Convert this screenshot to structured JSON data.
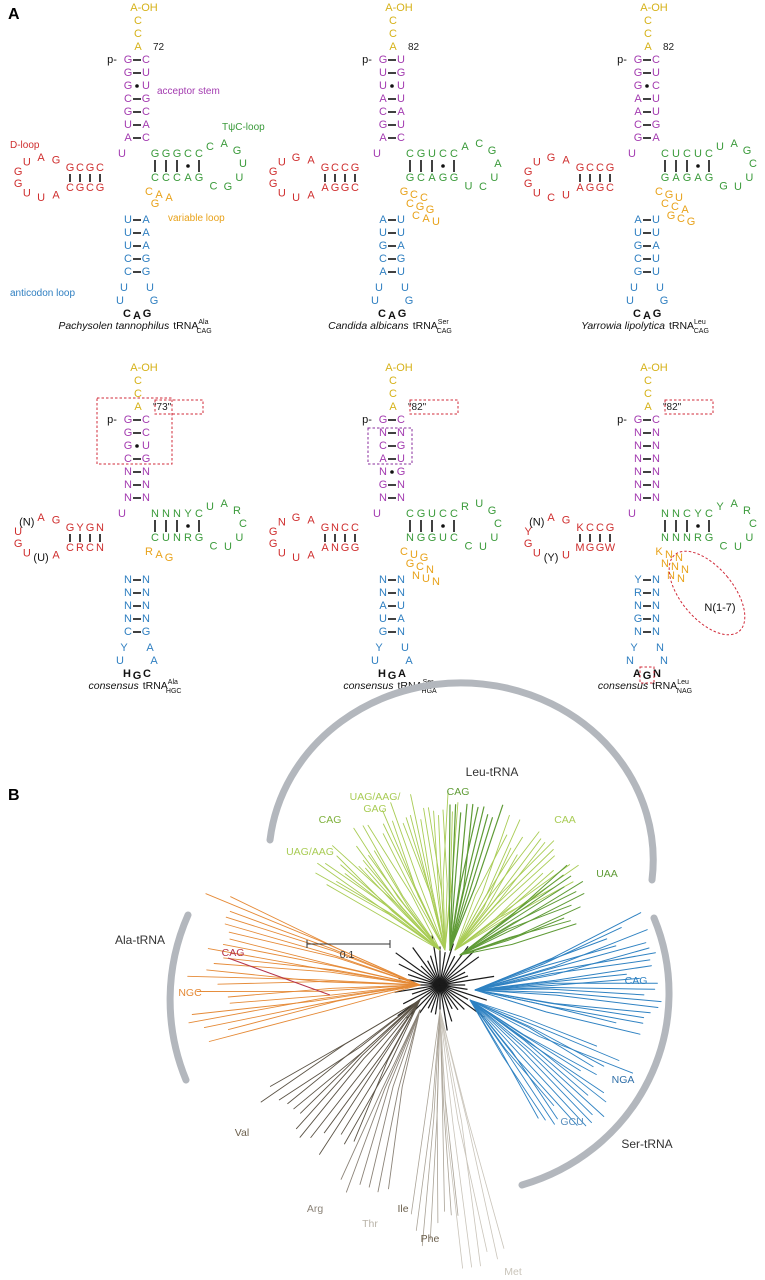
{
  "panels": {
    "a": "A",
    "b": "B"
  },
  "colors": {
    "acceptor": "#a33bb0",
    "d_loop": "#cf2e2e",
    "tpsic": "#3a9a3a",
    "variable": "#e8a21a",
    "anticodon": "#2f7fc1",
    "terminal": "#d6b21a",
    "ala": "#e58a37",
    "leu_light": "#a9cc55",
    "leu_dark": "#5f9b36",
    "ser": "#2f82c2",
    "black": "#111111",
    "gray": "#8b8378",
    "arc": "#b3b7bd"
  },
  "structures": [
    {
      "id": "s1",
      "ref": "72",
      "caption": {
        "species": "Pachysolen tannophilus",
        "trna": "tRNA",
        "sup": "Ala",
        "sub": "CAG"
      },
      "labels": {
        "acceptor": "acceptor stem",
        "tpsic": "TψC-loop",
        "dloop": "D-loop",
        "variable": "variable loop",
        "anticodon": "anticodon loop"
      },
      "acc5": [
        "G",
        "G",
        "G",
        "C",
        "G",
        "U",
        "A"
      ],
      "acc3": [
        "C",
        "U",
        "U",
        "G",
        "C",
        "A",
        "C"
      ],
      "acc_dot": 2,
      "dstem5": [
        "C",
        "G",
        "C",
        "G"
      ],
      "dstem3": [
        "G",
        "C",
        "G",
        "C"
      ],
      "dloop": [
        "G",
        "A",
        "U",
        "G",
        "G",
        "U",
        "U",
        "A"
      ],
      "tstem5": [
        "G",
        "G",
        "G",
        "C",
        "C"
      ],
      "tstem3": [
        "C",
        "C",
        "C",
        "A",
        "G"
      ],
      "tloop": [
        "C",
        "A",
        "G",
        "U",
        "U",
        "G",
        "C"
      ],
      "var": [
        "C",
        "A",
        "A",
        "G"
      ],
      "ac5": [
        "U",
        "U",
        "U",
        "C",
        "C"
      ],
      "ac3": [
        "A",
        "A",
        "A",
        "G",
        "G"
      ],
      "acloop": [
        "U",
        "U",
        "C",
        "A",
        "G",
        "G",
        "U"
      ]
    },
    {
      "id": "s2",
      "ref": "82",
      "caption": {
        "species": "Candida albicans",
        "trna": "tRNA",
        "sup": "Ser",
        "sub": "CAG"
      },
      "acc5": [
        "G",
        "U",
        "U",
        "A",
        "C",
        "G",
        "A"
      ],
      "acc3": [
        "U",
        "G",
        "U",
        "U",
        "A",
        "U",
        "C"
      ],
      "acc_dot": 2,
      "dstem5": [
        "G",
        "C",
        "C",
        "G"
      ],
      "dstem3": [
        "C",
        "G",
        "G",
        "A"
      ],
      "dloop": [
        "A",
        "G",
        "U",
        "G",
        "G",
        "U",
        "U",
        "A"
      ],
      "tstem5": [
        "C",
        "G",
        "U",
        "C",
        "C"
      ],
      "tstem3": [
        "G",
        "C",
        "A",
        "G",
        "G"
      ],
      "tloop": [
        "A",
        "C",
        "G",
        "A",
        "U",
        "C",
        "U"
      ],
      "var": [
        "G",
        "C",
        "C",
        "C",
        "G",
        "G",
        "C",
        "A",
        "U"
      ],
      "ac5": [
        "A",
        "U",
        "G",
        "C",
        "A"
      ],
      "ac3": [
        "U",
        "U",
        "A",
        "G",
        "U"
      ],
      "acloop": [
        "U",
        "U",
        "C",
        "A",
        "G",
        "G",
        "U"
      ]
    },
    {
      "id": "s3",
      "ref": "82",
      "caption": {
        "species": "Yarrowia lipolytica",
        "trna": "tRNA",
        "sup": "Leu",
        "sub": "CAG"
      },
      "acc5": [
        "G",
        "G",
        "G",
        "A",
        "A",
        "C",
        "G"
      ],
      "acc3": [
        "C",
        "U",
        "C",
        "U",
        "U",
        "G",
        "A"
      ],
      "acc_dot": 2,
      "dstem5": [
        "G",
        "C",
        "C",
        "G"
      ],
      "dstem3": [
        "C",
        "G",
        "G",
        "A"
      ],
      "dloop": [
        "A",
        "G",
        "U",
        "G",
        "G",
        "U",
        "C",
        "U"
      ],
      "tstem5": [
        "C",
        "U",
        "C",
        "U",
        "C"
      ],
      "tstem3": [
        "G",
        "A",
        "G",
        "A",
        "G"
      ],
      "tloop": [
        "U",
        "A",
        "G",
        "C",
        "U",
        "U",
        "G"
      ],
      "var": [
        "C",
        "G",
        "U",
        "C",
        "C",
        "A",
        "G",
        "C",
        "G"
      ],
      "ac5": [
        "A",
        "U",
        "G",
        "C",
        "G"
      ],
      "ac3": [
        "U",
        "U",
        "A",
        "U",
        "U"
      ],
      "acloop": [
        "U",
        "U",
        "C",
        "A",
        "G",
        "G",
        "U"
      ]
    },
    {
      "id": "s4",
      "ref": "\"73\"",
      "caption": {
        "species": "consensus",
        "trna": "tRNA",
        "sup": "Ala",
        "sub": "HGC"
      },
      "acc5": [
        "G",
        "G",
        "G",
        "C",
        "N",
        "N",
        "N"
      ],
      "acc3": [
        "C",
        "C",
        "U",
        "G",
        "N",
        "N",
        "N"
      ],
      "acc_dot": 2,
      "dstem5": [
        "N",
        "G",
        "Y",
        "G"
      ],
      "dstem3": [
        "N",
        "C",
        "R",
        "C"
      ],
      "dloop": [
        "G",
        "A",
        "(N)",
        "U",
        "G",
        "U",
        "(U)",
        "A"
      ],
      "tstem5": [
        "N",
        "N",
        "N",
        "Y",
        "C"
      ],
      "tstem3": [
        "C",
        "U",
        "N",
        "R",
        "G"
      ],
      "tloop": [
        "U",
        "A",
        "R",
        "C",
        "U",
        "U",
        "C"
      ],
      "var": [
        "R",
        "A",
        "G"
      ],
      "ac5": [
        "N",
        "N",
        "N",
        "N",
        "C"
      ],
      "ac3": [
        "N",
        "N",
        "N",
        "N",
        "G"
      ],
      "acloop": [
        "Y",
        "U",
        "H",
        "G",
        "C",
        "A",
        "A"
      ]
    },
    {
      "id": "s5",
      "ref": "\"82\"",
      "caption": {
        "species": "consensus",
        "trna": "tRNA",
        "sup": "Ser",
        "sub": "HGA"
      },
      "acc5": [
        "G",
        "N",
        "C",
        "A",
        "N",
        "G",
        "N"
      ],
      "acc3": [
        "C",
        "N",
        "G",
        "U",
        "G",
        "N",
        "N"
      ],
      "acc_dot": 4,
      "dstem5": [
        "C",
        "C",
        "N",
        "G"
      ],
      "dstem3": [
        "G",
        "G",
        "N",
        "A"
      ],
      "dloop": [
        "A",
        "G",
        "N",
        "G",
        "G",
        "U",
        "U",
        "A"
      ],
      "tstem5": [
        "C",
        "G",
        "U",
        "C",
        "C"
      ],
      "tstem3": [
        "N",
        "G",
        "G",
        "U",
        "C"
      ],
      "tloop": [
        "R",
        "U",
        "G",
        "C",
        "U",
        "U",
        "C"
      ],
      "var": [
        "C",
        "U",
        "G",
        "G",
        "C",
        "N",
        "N",
        "U",
        "N"
      ],
      "ac5": [
        "N",
        "N",
        "A",
        "U",
        "G"
      ],
      "ac3": [
        "N",
        "N",
        "U",
        "A",
        "N"
      ],
      "acloop": [
        "Y",
        "U",
        "H",
        "G",
        "A",
        "A",
        "U"
      ]
    },
    {
      "id": "s6",
      "ref": "\"82\"",
      "caption": {
        "species": "consensus",
        "trna": "tRNA",
        "sup": "Leu",
        "sub": "NAG"
      },
      "ellipse": "N(1-7)",
      "acc5": [
        "G",
        "N",
        "N",
        "N",
        "N",
        "N",
        "N"
      ],
      "acc3": [
        "C",
        "N",
        "N",
        "N",
        "N",
        "N",
        "N"
      ],
      "acc_dot": -1,
      "dstem5": [
        "G",
        "C",
        "C",
        "K"
      ],
      "dstem3": [
        "W",
        "G",
        "G",
        "M"
      ],
      "dloop": [
        "G",
        "A",
        "(N)",
        "Y",
        "G",
        "U",
        "(Y)",
        "U"
      ],
      "tstem5": [
        "N",
        "N",
        "C",
        "Y",
        "C"
      ],
      "tstem3": [
        "N",
        "N",
        "N",
        "R",
        "G"
      ],
      "tloop": [
        "Y",
        "A",
        "R",
        "C",
        "U",
        "U",
        "C"
      ],
      "var": [
        "K",
        "N",
        "N",
        "N",
        "N",
        "N",
        "N",
        "N"
      ],
      "ac5": [
        "Y",
        "R",
        "N",
        "G",
        "N"
      ],
      "ac3": [
        "N",
        "N",
        "N",
        "N",
        "N"
      ],
      "acloop": [
        "Y",
        "N",
        "A",
        "G",
        "N",
        "N",
        "N"
      ]
    }
  ],
  "tree": {
    "scale_label": "0.1",
    "groups": {
      "leu": "Leu-tRNA",
      "ala": "Ala-tRNA",
      "ser": "Ser-tRNA"
    },
    "leaf_labels": {
      "leu_uag_aag_gag": [
        "UAG/AAG/",
        "GAG"
      ],
      "leu_cag_left": "CAG",
      "leu_cag_top": "CAG",
      "leu_caa": "CAA",
      "leu_uag_aag": "UAG/AAG",
      "leu_uaa": "UAA",
      "ala_cag": "CAG",
      "ala_ngc": "NGC",
      "ser_cag": "CAG",
      "ser_nga": "NGA",
      "ser_gcu": "GCU",
      "val": "Val",
      "arg": "Arg",
      "thr": "Thr",
      "ile": "Ile",
      "phe": "Phe",
      "met": "Met"
    }
  }
}
